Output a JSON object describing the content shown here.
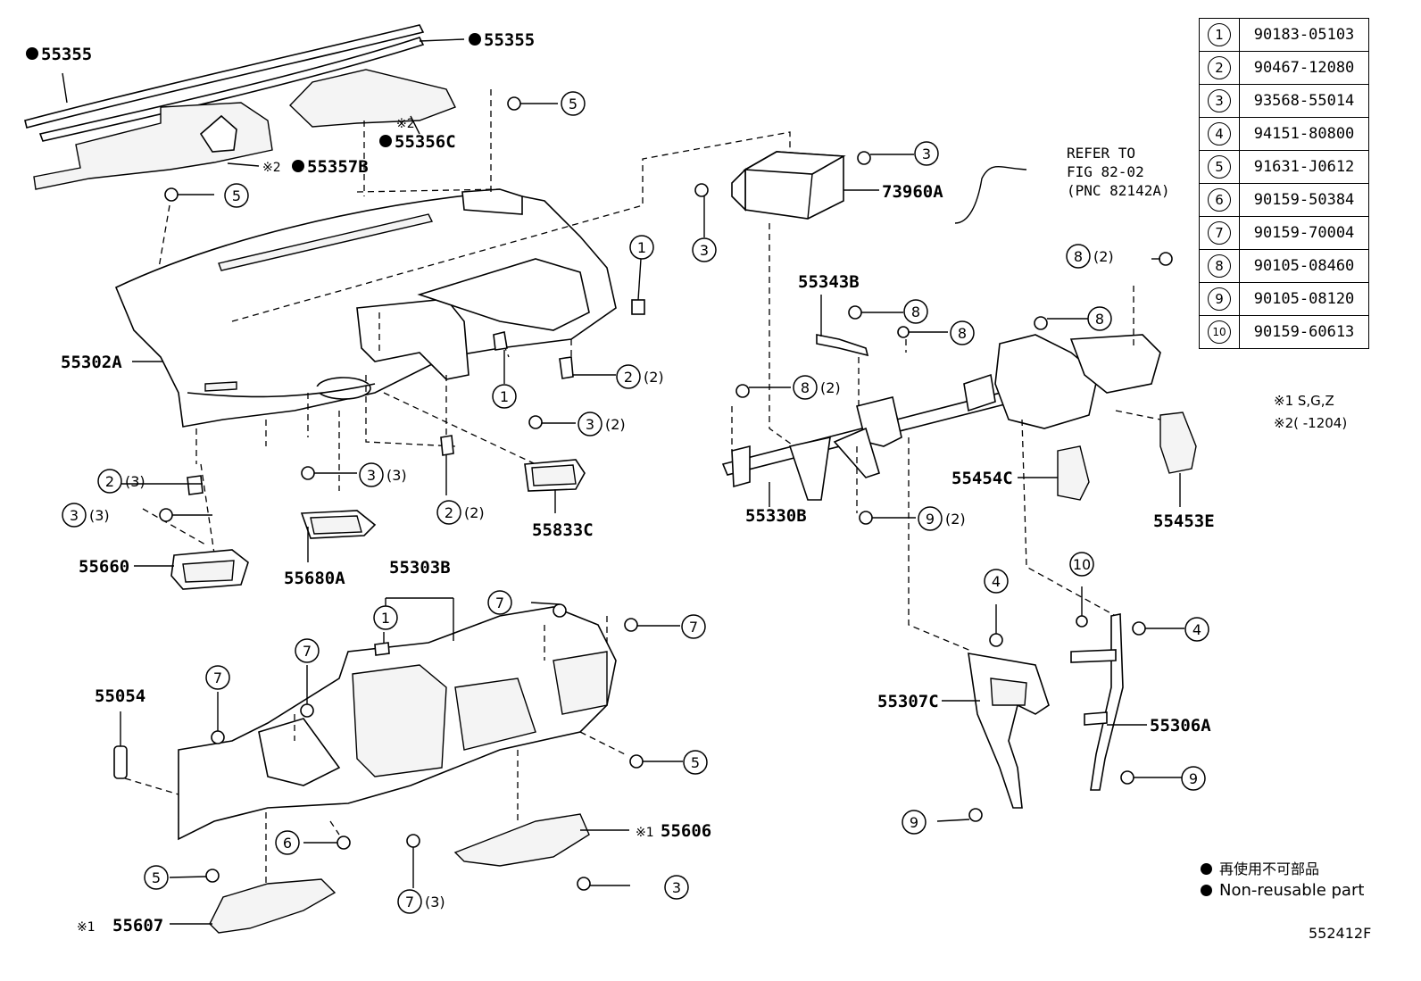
{
  "parts_table": [
    {
      "no": "1",
      "part": "90183-05103"
    },
    {
      "no": "2",
      "part": "90467-12080"
    },
    {
      "no": "3",
      "part": "93568-55014"
    },
    {
      "no": "4",
      "part": "94151-80800"
    },
    {
      "no": "5",
      "part": "91631-J0612"
    },
    {
      "no": "6",
      "part": "90159-50384"
    },
    {
      "no": "7",
      "part": "90159-70004"
    },
    {
      "no": "8",
      "part": "90105-08460"
    },
    {
      "no": "9",
      "part": "90105-08120"
    },
    {
      "no": "10",
      "part": "90159-60613"
    }
  ],
  "notes": {
    "n1": "※1 S,G,Z",
    "n2": "※2(   -1204)"
  },
  "legend": {
    "jp": "再使用不可部品",
    "en": "Non-reusable part"
  },
  "figure_code": "552412F",
  "refer": {
    "line1": "REFER TO",
    "line2": "FIG 82-02",
    "line3": "(PNC 82142A)"
  },
  "labels": {
    "p55355a": "55355",
    "p55355b": "55355",
    "p55356c": "55356C",
    "p55357b": "55357B",
    "p55302a": "55302A",
    "p73960a": "73960A",
    "p55343b": "55343B",
    "p55454c": "55454C",
    "p55453e": "55453E",
    "p55330b": "55330B",
    "p55833c": "55833C",
    "p55660": "55660",
    "p55680a": "55680A",
    "p55303b": "55303B",
    "p55054": "55054",
    "p55307c": "55307C",
    "p55306a": "55306A",
    "p55606": "55606",
    "p55607": "55607"
  },
  "marks": {
    "x1": "※1",
    "x2": "※2",
    "qty2": "(2)",
    "qty3": "(3)"
  },
  "callouts": [
    "1",
    "2",
    "3",
    "4",
    "5",
    "6",
    "7",
    "8",
    "9",
    "10"
  ]
}
